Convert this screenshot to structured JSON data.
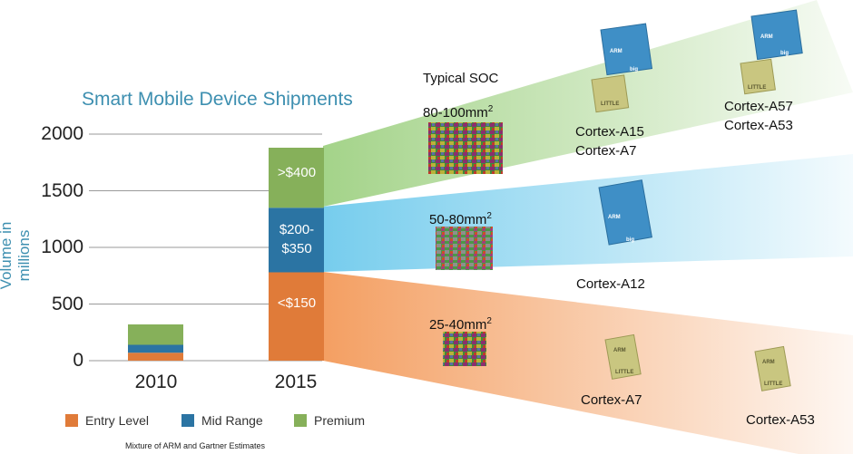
{
  "chart_data": {
    "type": "bar",
    "stacked": true,
    "title": "Smart Mobile Device Shipments",
    "ylabel": "Volume in millions",
    "ylim": [
      0,
      2000
    ],
    "yticks": [
      "2000",
      "1500",
      "1000",
      "500",
      "0"
    ],
    "ytick_values": [
      2000,
      1500,
      1000,
      500,
      0
    ],
    "categories": [
      "2010",
      "2015"
    ],
    "series": [
      {
        "name": "Entry Level",
        "values": [
          70,
          780
        ],
        "color": "#e07b39"
      },
      {
        "name": "Mid Range",
        "values": [
          70,
          570
        ],
        "color": "#2b74a3"
      },
      {
        "name": "Premium",
        "values": [
          180,
          530
        ],
        "color": "#86b05a"
      }
    ],
    "segment_labels": [
      "<$150",
      "$200-\n$350",
      ">$400"
    ],
    "grid": true
  },
  "footnote": "Mixture of ARM and Gartner Estimates",
  "soc": {
    "header": "Typical SOC",
    "tiers": [
      {
        "area": "80-100mm",
        "sup": "2",
        "cores_mid": "Cortex-A15\nCortex-A7",
        "cores_right": "Cortex-A57\nCortex-A53",
        "color": "#9fd183"
      },
      {
        "area": "50-80mm",
        "sup": "2",
        "cores_mid": "Cortex-A12",
        "cores_right": "",
        "color": "#7dd0ee"
      },
      {
        "area": "25-40mm",
        "sup": "2",
        "cores_mid": "Cortex-A7",
        "cores_right": "Cortex-A53",
        "color": "#f3a56c"
      }
    ],
    "chip_text": {
      "arm": "ARM",
      "big": "big",
      "little": "LITTLE"
    }
  },
  "colors": {
    "title": "#3d8fb0",
    "grid": "#9a9a9a"
  }
}
